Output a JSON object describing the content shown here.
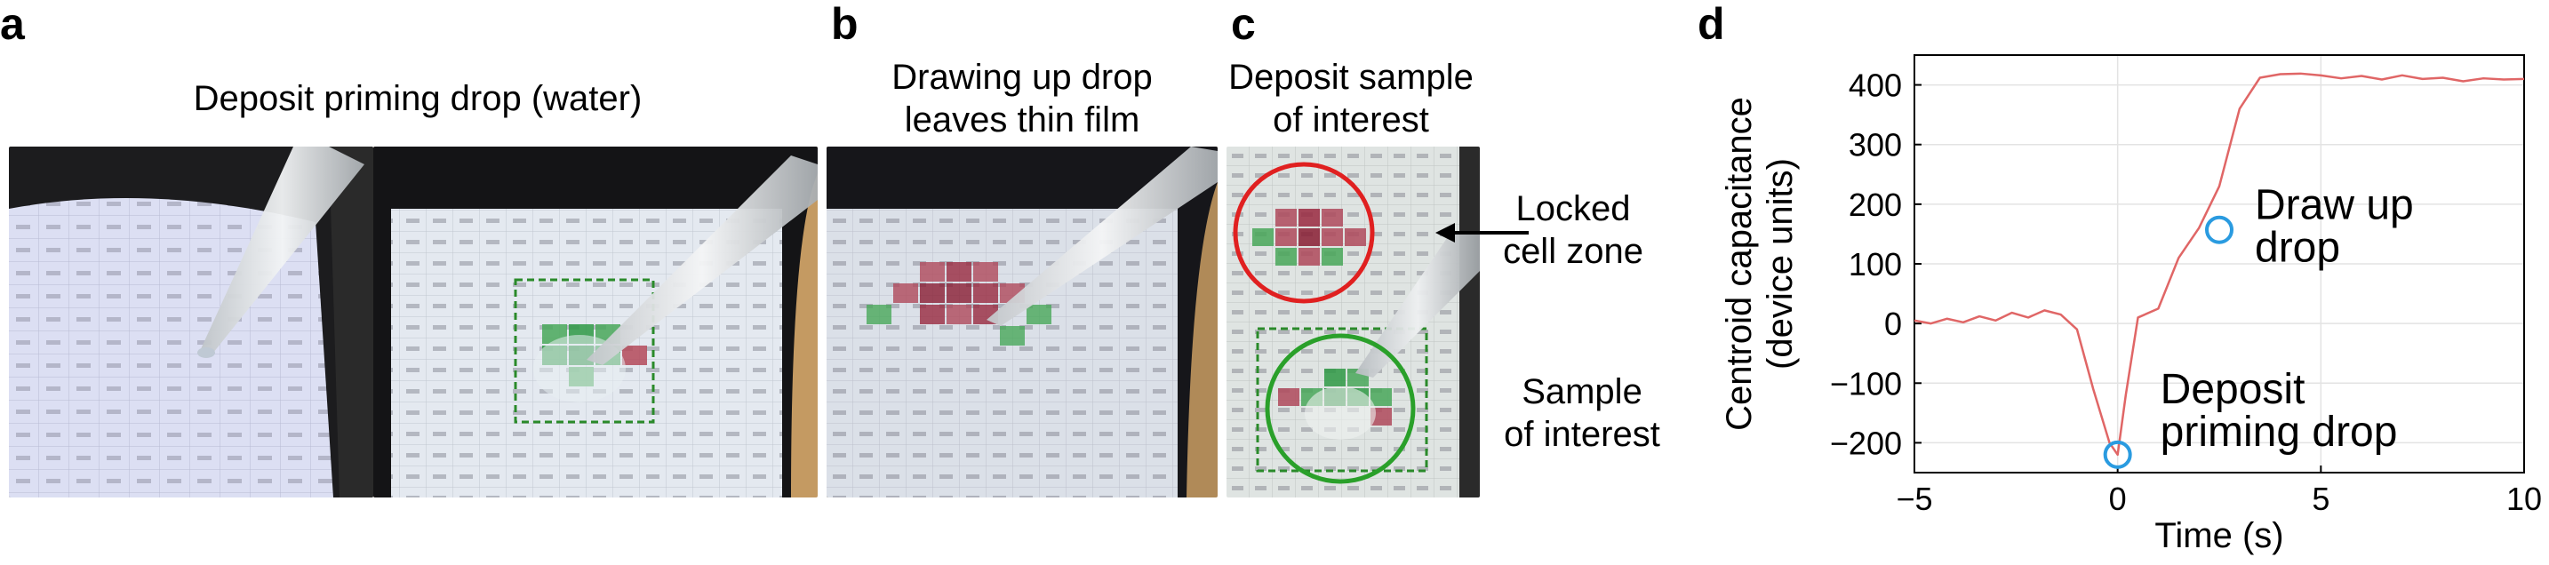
{
  "panels": {
    "a": {
      "letter": "a",
      "caption": "Deposit priming drop (water)"
    },
    "b": {
      "letter": "b",
      "caption_line1": "Drawing up drop",
      "caption_line2": "leaves thin film"
    },
    "c": {
      "letter": "c",
      "caption_line1": "Deposit sample",
      "caption_line2": "of interest",
      "label_locked_line1": "Locked",
      "label_locked_line2": "cell zone",
      "label_sample_line1": "Sample",
      "label_sample_line2": "of interest"
    },
    "d": {
      "letter": "d"
    }
  },
  "colors": {
    "line": "#e06666",
    "marker": "#2a9be0",
    "locked_zone": "#e02020",
    "sample_zone": "#2aa02a"
  },
  "chart_data": {
    "type": "line",
    "xlabel": "Time (s)",
    "ylabel_line1": "Centroid capacitance",
    "ylabel_line2": "(device units)",
    "xlim": [
      -5,
      10
    ],
    "ylim": [
      -250,
      450
    ],
    "xticks": [
      -5,
      0,
      5,
      10
    ],
    "xtick_labels": [
      "−5",
      "0",
      "5",
      "10"
    ],
    "yticks": [
      -200,
      -100,
      0,
      100,
      200,
      300,
      400
    ],
    "ytick_labels": [
      "−200",
      "−100",
      "0",
      "100",
      "200",
      "300",
      "400"
    ],
    "grid": true,
    "series": [
      {
        "x": [
          -5,
          -4.6,
          -4.2,
          -3.8,
          -3.4,
          -3.0,
          -2.6,
          -2.2,
          -1.8,
          -1.4,
          -1.0,
          -0.6,
          -0.2,
          0,
          0.2,
          0.5,
          1.0,
          1.5,
          2.0,
          2.5,
          3.0,
          3.5,
          4.0,
          4.5,
          5.0,
          5.5,
          6.0,
          6.5,
          7.0,
          7.5,
          8.0,
          8.5,
          9.0,
          9.5,
          10.0
        ],
        "y": [
          5,
          0,
          8,
          2,
          12,
          5,
          18,
          10,
          22,
          15,
          -10,
          -110,
          -200,
          -220,
          -120,
          10,
          25,
          110,
          160,
          230,
          360,
          412,
          418,
          419,
          416,
          411,
          415,
          409,
          416,
          410,
          412,
          406,
          411,
          409,
          410
        ]
      }
    ],
    "markers": [
      {
        "x": 0,
        "y": -220,
        "label_line1": "Deposit",
        "label_line2": "priming drop"
      },
      {
        "x": 2.5,
        "y": 157,
        "label_line1": "Draw up",
        "label_line2": "drop"
      }
    ]
  }
}
